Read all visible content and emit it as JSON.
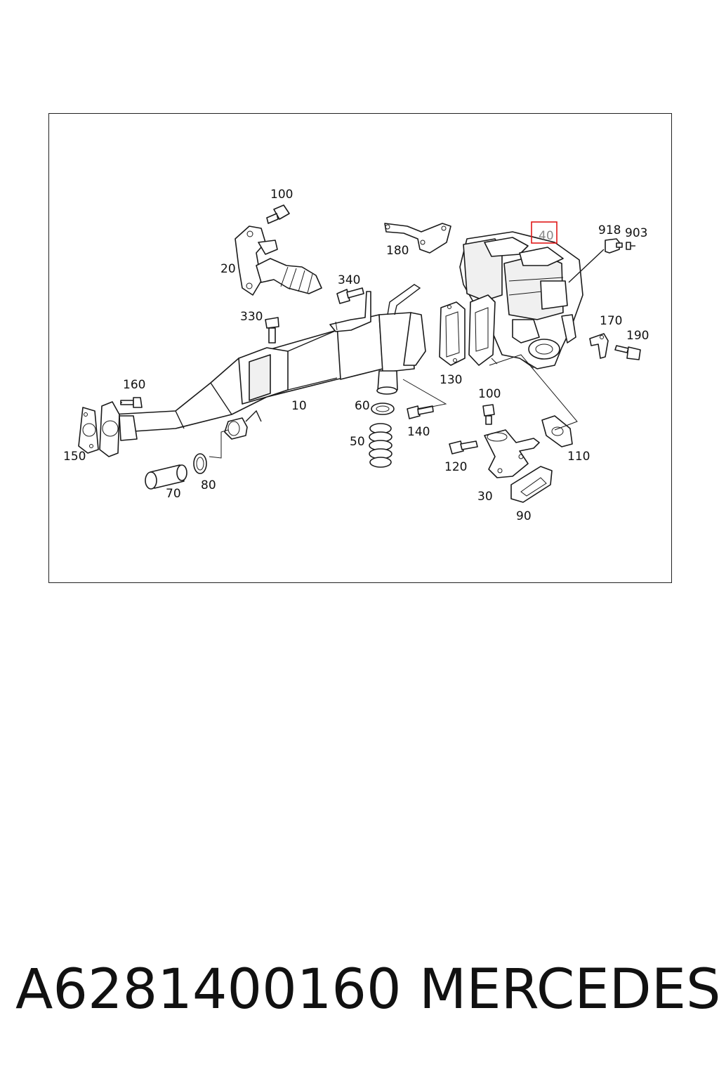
{
  "callouts": {
    "c100a": "100",
    "c20": "20",
    "c180": "180",
    "c40": "40",
    "c918": "918",
    "c903": "903",
    "c340": "340",
    "c330": "330",
    "c130": "130",
    "c170": "170",
    "c190": "190",
    "c160": "160",
    "c10": "10",
    "c60": "60",
    "c100b": "100",
    "c140": "140",
    "c110": "110",
    "c150": "150",
    "c50": "50",
    "c120": "120",
    "c80": "80",
    "c70": "70",
    "c30": "30",
    "c90": "90"
  },
  "highlighted_callout": "40",
  "highlight_color": "#e01818",
  "caption": {
    "part_number": "A6281400160",
    "brand": "MERCEDES"
  }
}
